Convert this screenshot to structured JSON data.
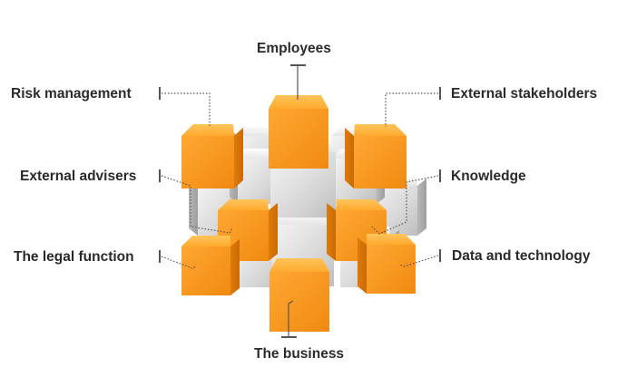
{
  "labels": {
    "employees": "Employees",
    "risk_management": "Risk management",
    "external_stakeholders": "External stakeholders",
    "external_advisers": "External advisers",
    "knowledge": "Knowledge",
    "legal_function": "The legal function",
    "data_technology": "Data and technology",
    "business": "The business"
  },
  "colors": {
    "orange": "#f7941d",
    "silver": "#d9d9d9",
    "text": "#2a2a2a"
  }
}
